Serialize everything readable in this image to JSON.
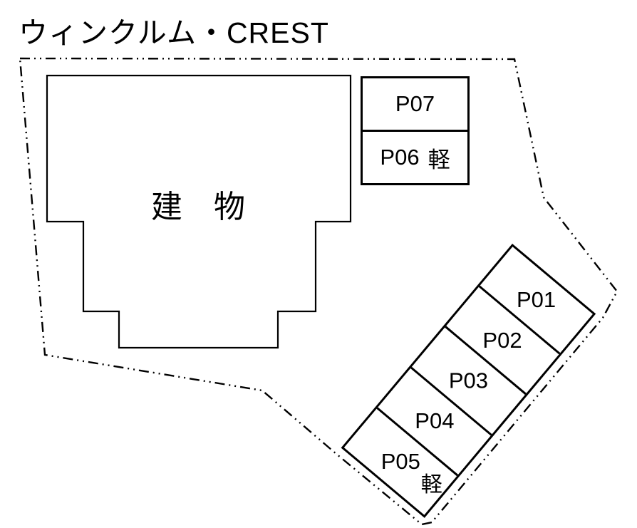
{
  "title": "ウィンクルム・CREST",
  "building": {
    "label": "建　物"
  },
  "parking": {
    "top_row": [
      {
        "label": "P07"
      },
      {
        "label": "P06",
        "note": "軽"
      }
    ],
    "diagonal_row": [
      {
        "label": "P01"
      },
      {
        "label": "P02"
      },
      {
        "label": "P03"
      },
      {
        "label": "P04"
      },
      {
        "label": "P05",
        "note": "軽"
      }
    ]
  },
  "colors": {
    "ink": "#000000",
    "background": "#ffffff"
  }
}
